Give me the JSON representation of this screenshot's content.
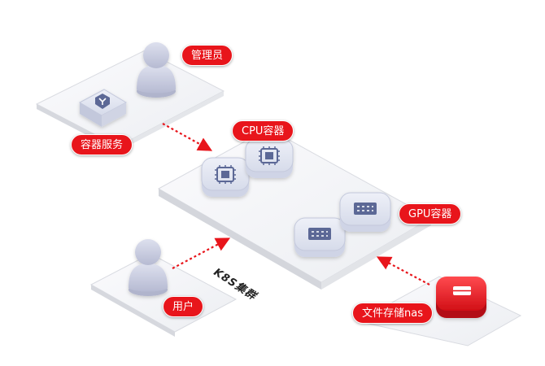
{
  "labels": {
    "admin": "管理员",
    "container_service": "容器服务",
    "cpu_container": "CPU容器",
    "gpu_container": "GPU容器",
    "user": "用户",
    "storage": "文件存储nas",
    "cluster": "K8S集群"
  },
  "colors": {
    "label_bg": "#e8151b",
    "platform": "#f4f5f7",
    "chip": "#dfe3f1",
    "chip_icon": "#5b6896",
    "person": "#c9cce0",
    "arrow": "#e8151b",
    "storage_box": "#e8151b"
  }
}
